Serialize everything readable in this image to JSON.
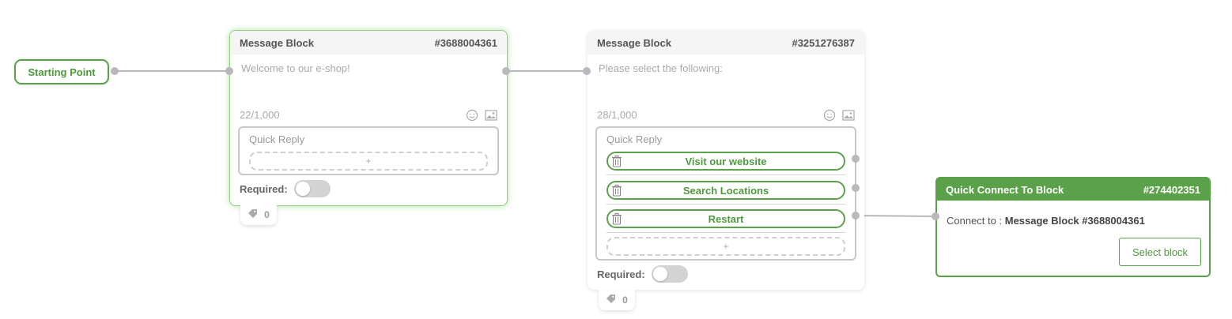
{
  "start_node": {
    "label": "Starting Point"
  },
  "block1": {
    "title": "Message Block",
    "id": "#3688004361",
    "placeholder": "Welcome to our e-shop!",
    "counter": "22/1,000",
    "quick_reply_title": "Quick Reply",
    "add_label": "+",
    "required_label": "Required:",
    "required_on": false,
    "tag_count": "0"
  },
  "block2": {
    "title": "Message Block",
    "id": "#3251276387",
    "placeholder": "Please select the following:",
    "counter": "28/1,000",
    "quick_reply_title": "Quick Reply",
    "buttons": [
      {
        "label": "Visit our website"
      },
      {
        "label": "Search Locations"
      },
      {
        "label": "Restart"
      }
    ],
    "add_label": "+",
    "required_label": "Required:",
    "required_on": false,
    "tag_count": "0"
  },
  "quick_connect": {
    "title": "Quick Connect To Block",
    "id": "#274402351",
    "connect_prefix": "Connect to :",
    "connect_target": "Message Block #3688004361",
    "select_label": "Select block"
  },
  "colors": {
    "accent": "#5aa14a",
    "connector": "#b9b9bd",
    "selected_glow": "#8fd27c"
  },
  "icons": [
    "emoji-icon",
    "image-icon",
    "trash-icon",
    "tag-icon"
  ]
}
